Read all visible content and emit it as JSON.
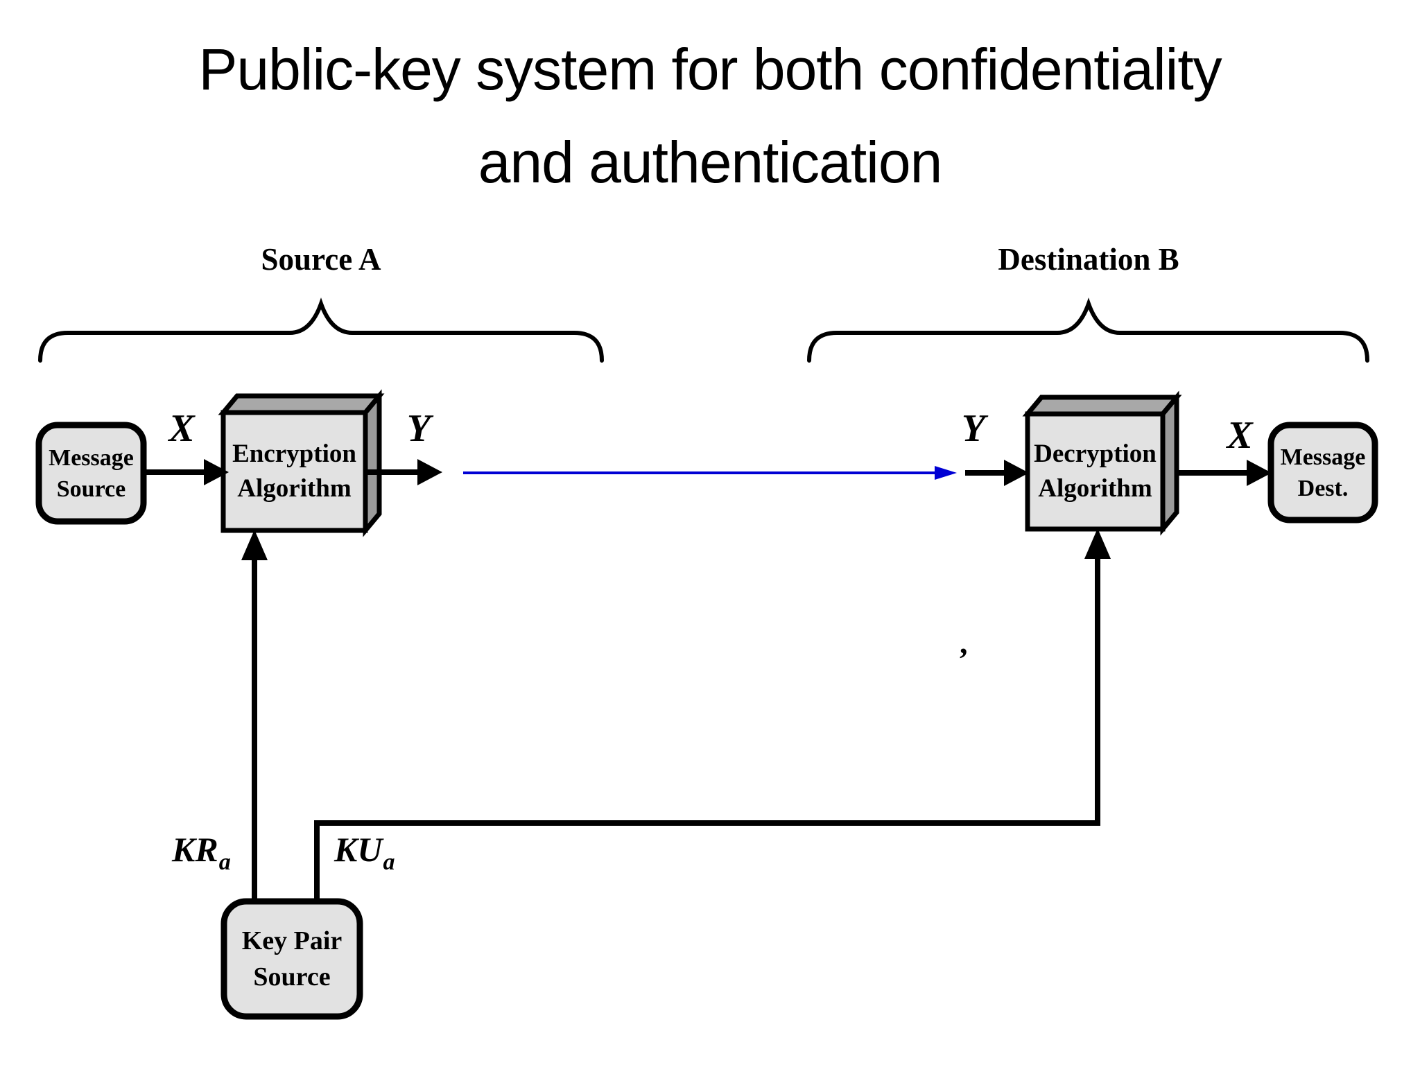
{
  "title": {
    "line1": "Public-key system for both confidentiality",
    "line2": "and authentication"
  },
  "sections": {
    "source": "Source A",
    "destination": "Destination B"
  },
  "boxes": {
    "message_source": {
      "line1": "Message",
      "line2": "Source"
    },
    "encryption": {
      "line1": "Encryption",
      "line2": "Algorithm"
    },
    "decryption": {
      "line1": "Decryption",
      "line2": "Algorithm"
    },
    "message_dest": {
      "line1": "Message",
      "line2": "Dest."
    },
    "key_pair": {
      "line1": "Key Pair",
      "line2": "Source"
    }
  },
  "signals": {
    "plaintext_in": "X",
    "ciphertext_out": "Y",
    "ciphertext_in": "Y",
    "plaintext_out": "X"
  },
  "keys": {
    "private": {
      "base": "KR",
      "sub": "a"
    },
    "public": {
      "base": "KU",
      "sub": "a"
    }
  },
  "stray_mark": ",",
  "colors": {
    "box_fill": "#e2e2e2",
    "box_top": "#a8a8a8",
    "box_side": "#9b9b9b",
    "channel_blue": "#0000d4"
  }
}
